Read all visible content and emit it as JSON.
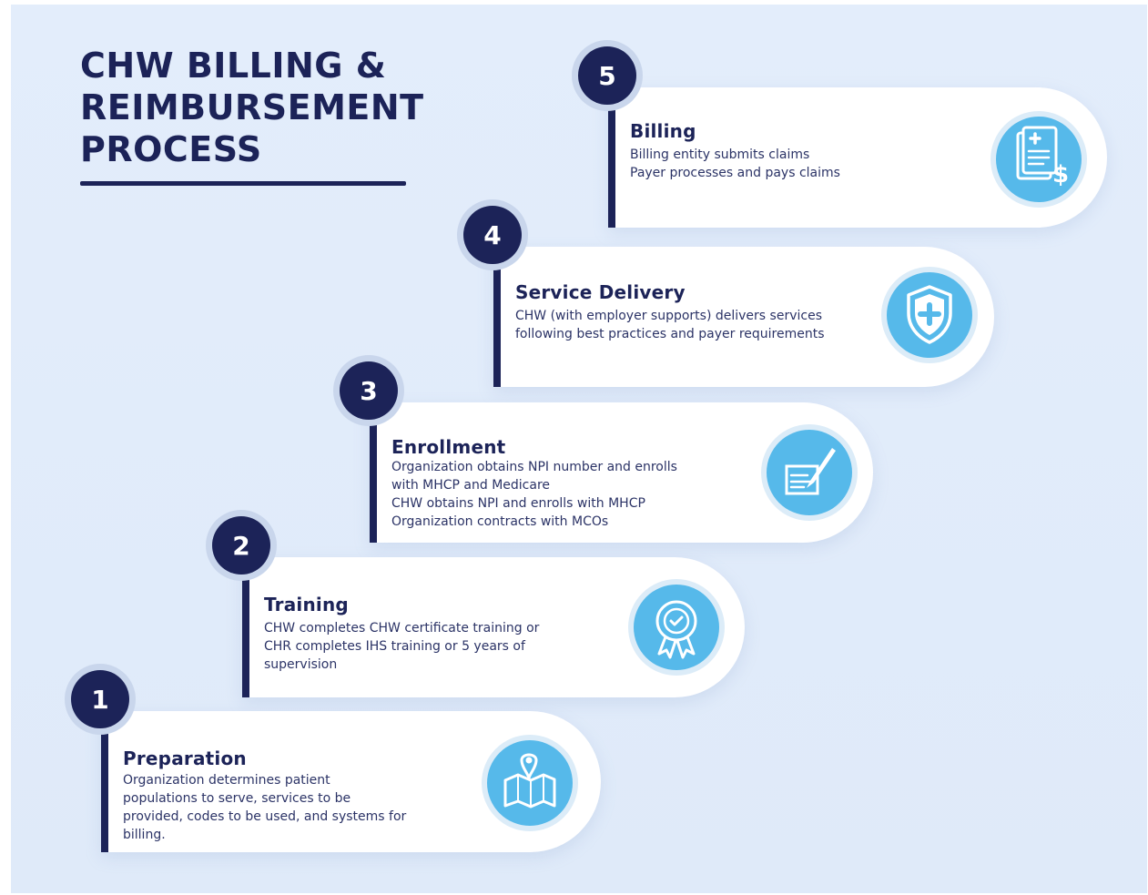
{
  "title": {
    "lines": [
      "CHW BILLING &",
      "REIMBURSEMENT",
      "PROCESS"
    ]
  },
  "steps": [
    {
      "number": "1",
      "heading": "Preparation",
      "lines": [
        "Organization determines patient",
        "populations to serve, services to be",
        "provided, codes to be used, and systems for",
        "billing."
      ],
      "icon": "map-pin-icon"
    },
    {
      "number": "2",
      "heading": "Training",
      "lines": [
        "CHW completes CHW certificate training or",
        "CHR completes IHS training or 5 years of",
        "supervision"
      ],
      "icon": "certificate-badge-icon"
    },
    {
      "number": "3",
      "heading": "Enrollment",
      "lines": [
        "Organization obtains NPI number and enrolls",
        "with MHCP and Medicare",
        "CHW obtains NPI and enrolls with MHCP",
        "Organization contracts with MCOs"
      ],
      "icon": "signing-pen-icon"
    },
    {
      "number": "4",
      "heading": "Service Delivery",
      "lines": [
        "CHW (with employer supports) delivers services",
        "following best practices and payer requirements"
      ],
      "icon": "medical-shield-icon"
    },
    {
      "number": "5",
      "heading": "Billing",
      "lines": [
        "Billing entity submits claims",
        "Payer processes and pays claims"
      ],
      "icon": "invoice-dollar-icon"
    }
  ],
  "colors": {
    "navy": "#1c2358",
    "accent_blue": "#56b9ea",
    "background": "#e3edfb",
    "card": "#ffffff"
  }
}
